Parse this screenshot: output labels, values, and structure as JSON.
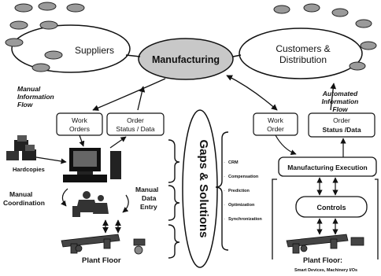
{
  "top": {
    "suppliers": "Suppliers",
    "manufacturing": "Manufacturing",
    "customers_line1": "Customers &",
    "customers_line2": "Distribution"
  },
  "left": {
    "manual_flow_line1": "Manual",
    "manual_flow_line2": "Information",
    "manual_flow_line3": "Flow",
    "work_orders_line1": "Work",
    "work_orders_line2": "Orders",
    "order_status_line1": "Order",
    "order_status_line2": "Status / Data",
    "hardcopies": "Hardcopies",
    "manual_coord_line1": "Manual",
    "manual_coord_line2": "Coordination",
    "manual_entry_line1": "Manual",
    "manual_entry_line2": "Data",
    "manual_entry_line3": "Entry",
    "plant_floor": "Plant Floor"
  },
  "center": {
    "gaps_label": "Gaps & Solutions",
    "items": [
      "CRM",
      "Compensation",
      "Prediction",
      "Optimization",
      "Synchronization"
    ]
  },
  "right": {
    "auto_flow_line1": "Automated",
    "auto_flow_line2": "Information",
    "auto_flow_line3": "Flow",
    "work_order_line1": "Work",
    "work_order_line2": "Order",
    "order_status_line1": "Order",
    "order_status_line2": "Status /Data",
    "mes": "Manufacturing Execution",
    "controls": "Controls",
    "plant_floor": "Plant Floor:",
    "plant_sub": "Smart Devices, Machinery I/Os"
  }
}
